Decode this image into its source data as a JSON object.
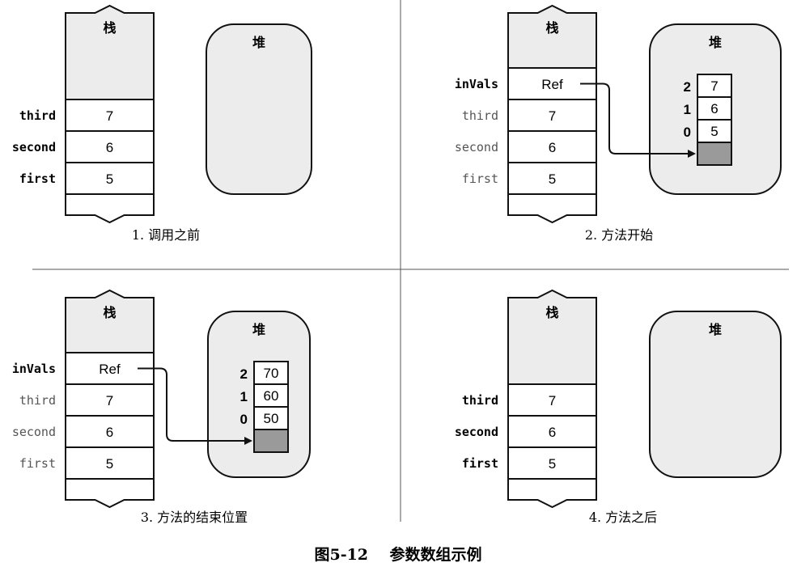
{
  "colors": {
    "shade": "#ececec",
    "cell_gray": "#9a9a9a",
    "line": "#111111"
  },
  "figure_title": "图5-12    参数数组示例",
  "panels": [
    {
      "caption": "1. 调用之前",
      "stack_label": "栈",
      "heap_label": "堆",
      "rows": [
        {
          "name": "third",
          "value": "7"
        },
        {
          "name": "second",
          "value": "6"
        },
        {
          "name": "first",
          "value": "5"
        }
      ],
      "array": []
    },
    {
      "caption": "2. 方法开始",
      "stack_label": "栈",
      "heap_label": "堆",
      "rows": [
        {
          "name": "inVals",
          "value": "Ref"
        },
        {
          "name": "third",
          "value": "7"
        },
        {
          "name": "second",
          "value": "6"
        },
        {
          "name": "first",
          "value": "5"
        }
      ],
      "array": [
        {
          "index": "2",
          "value": "7"
        },
        {
          "index": "1",
          "value": "6"
        },
        {
          "index": "0",
          "value": "5"
        }
      ]
    },
    {
      "caption": "3. 方法的结束位置",
      "stack_label": "栈",
      "heap_label": "堆",
      "rows": [
        {
          "name": "inVals",
          "value": "Ref"
        },
        {
          "name": "third",
          "value": "7"
        },
        {
          "name": "second",
          "value": "6"
        },
        {
          "name": "first",
          "value": "5"
        }
      ],
      "array": [
        {
          "index": "2",
          "value": "70"
        },
        {
          "index": "1",
          "value": "60"
        },
        {
          "index": "0",
          "value": "50"
        }
      ]
    },
    {
      "caption": "4. 方法之后",
      "stack_label": "栈",
      "heap_label": "堆",
      "rows": [
        {
          "name": "third",
          "value": "7"
        },
        {
          "name": "second",
          "value": "6"
        },
        {
          "name": "first",
          "value": "5"
        }
      ],
      "array": []
    }
  ]
}
